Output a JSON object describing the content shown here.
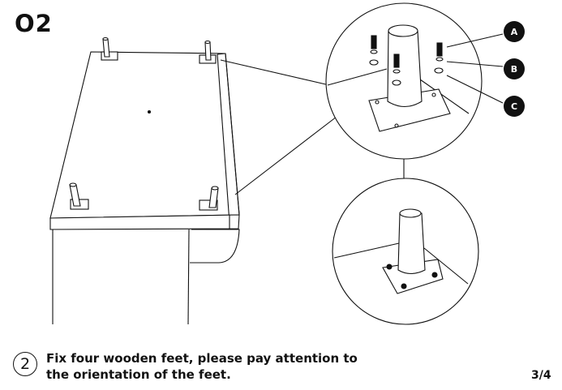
{
  "step_code": "O2",
  "callouts": [
    {
      "letter": "A"
    },
    {
      "letter": "B"
    },
    {
      "letter": "C"
    }
  ],
  "instruction": {
    "number": "2",
    "line1": "Fix four wooden feet, please pay attention to",
    "line2": "the orientation of the feet."
  },
  "page": "3/4",
  "colors": {
    "ink": "#111111",
    "background": "#ffffff"
  }
}
